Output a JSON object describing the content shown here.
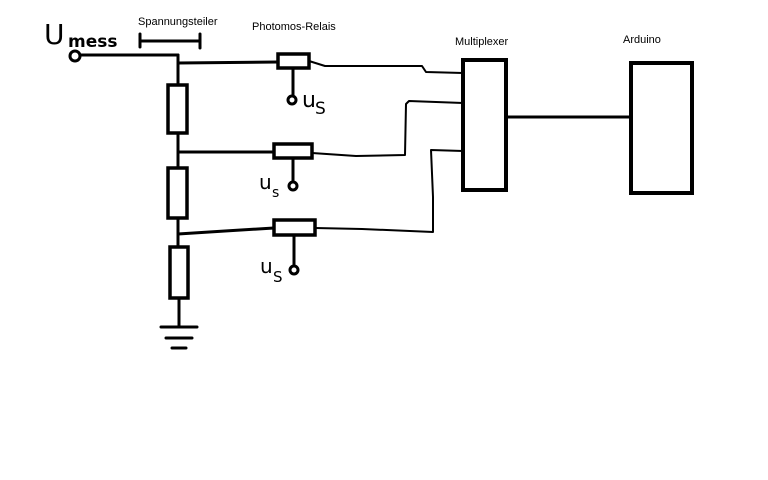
{
  "labels": {
    "spannungsteiler": "Spannungsteiler",
    "photomos_relais": "Photomos-Relais",
    "multiplexer": "Multiplexer",
    "arduino": "Arduino"
  },
  "input": {
    "symbol": "U",
    "subscript": "mess"
  },
  "relays": [
    {
      "symbol": "u",
      "subscript": "S"
    },
    {
      "symbol": "u",
      "subscript": "s"
    },
    {
      "symbol": "u",
      "subscript": "S"
    }
  ]
}
